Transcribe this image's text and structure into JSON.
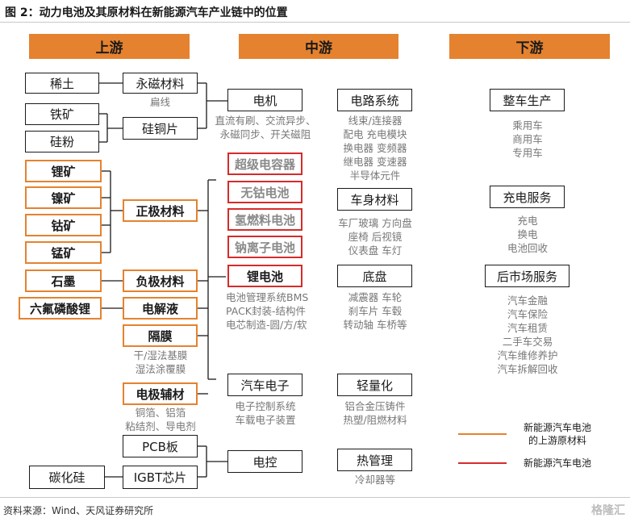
{
  "title": "图 2：动力电池及其原材料在新能源汽车产业链中的位置",
  "source": "资料来源：Wind、天风证券研究所",
  "watermark": "格隆汇",
  "headers": {
    "upstream": "上游",
    "midstream": "中游",
    "downstream": "下游"
  },
  "upstream": {
    "xitu": "稀土",
    "yongci": "永磁材料",
    "bianxian": "扁线",
    "tiekuang": "铁矿",
    "guifen": "硅粉",
    "guitong": "硅铜片",
    "likuang": "锂矿",
    "niekuang": "镍矿",
    "gukuang": "钴矿",
    "mengkuang": "锰矿",
    "zhengji": "正极材料",
    "shimo": "石墨",
    "fuji": "负极材料",
    "liufu": "六氟磷酸锂",
    "dianjieye": "电解液",
    "gemo": "隔膜",
    "gemo_sub1": "干/湿法基膜",
    "gemo_sub2": "湿法涂覆膜",
    "dianjifucai": "电极辅材",
    "fucai_sub1": "铜箔、铝箔",
    "fucai_sub2": "粘结剂、导电剂",
    "pcb": "PCB板",
    "tanhuagui": "碳化硅",
    "igbt": "IGBT芯片"
  },
  "midstream": {
    "dianji": "电机",
    "dianji_sub1": "直流有刷、交流异步、",
    "dianji_sub2": "永磁同步、开关磁阻",
    "chaoji": "超级电容器",
    "wugu": "无钴电池",
    "qingran": "氢燃料电池",
    "nali": "钠离子电池",
    "lidian": "锂电池",
    "lidian_sub1": "电池管理系统BMS",
    "lidian_sub2": "PACK封装-结构件",
    "lidian_sub3": "电芯制造-圆/方/软",
    "qichedianzi": "汽车电子",
    "qcdz_sub1": "电子控制系统",
    "qcdz_sub2": "车载电子装置",
    "diankong": "电控",
    "dianlu": "电路系统",
    "dianlu_sub1": "线束/连接器",
    "dianlu_sub2": "配电 充电模块",
    "dianlu_sub3": "换电器 变频器",
    "dianlu_sub4": "继电器 变速器",
    "dianlu_sub5": "半导体元件",
    "cheshen": "车身材料",
    "cheshen_sub1": "车厂玻璃 方向盘",
    "cheshen_sub2": "座椅 后视镜",
    "cheshen_sub3": "仪表盘 车灯",
    "dipan": "底盘",
    "dipan_sub1": "减震器 车轮",
    "dipan_sub2": "刹车片 车毂",
    "dipan_sub3": "转动轴 车桥等",
    "qingliang": "轻量化",
    "ql_sub1": "铝合金压铸件",
    "ql_sub2": "热塑/阻燃材料",
    "reguanli": "热管理",
    "rgl_sub1": "冷却器等"
  },
  "downstream": {
    "zhengche": "整车生产",
    "zc_sub1": "乘用车",
    "zc_sub2": "商用车",
    "zc_sub3": "专用车",
    "chongdian": "充电服务",
    "cd_sub1": "充电",
    "cd_sub2": "换电",
    "cd_sub3": "电池回收",
    "houshichang": "后市场服务",
    "hsc_sub1": "汽车金融",
    "hsc_sub2": "汽车保险",
    "hsc_sub3": "汽车租赁",
    "hsc_sub4": "二手车交易",
    "hsc_sub5": "汽车维修养护",
    "hsc_sub6": "汽车拆解回收"
  },
  "legend": {
    "orange_line1": "新能源汽车电池",
    "orange_line2": "的上游原材料",
    "red_label": "新能源汽车电池",
    "orange_color": "#e5822f",
    "red_color": "#d62b2b"
  }
}
